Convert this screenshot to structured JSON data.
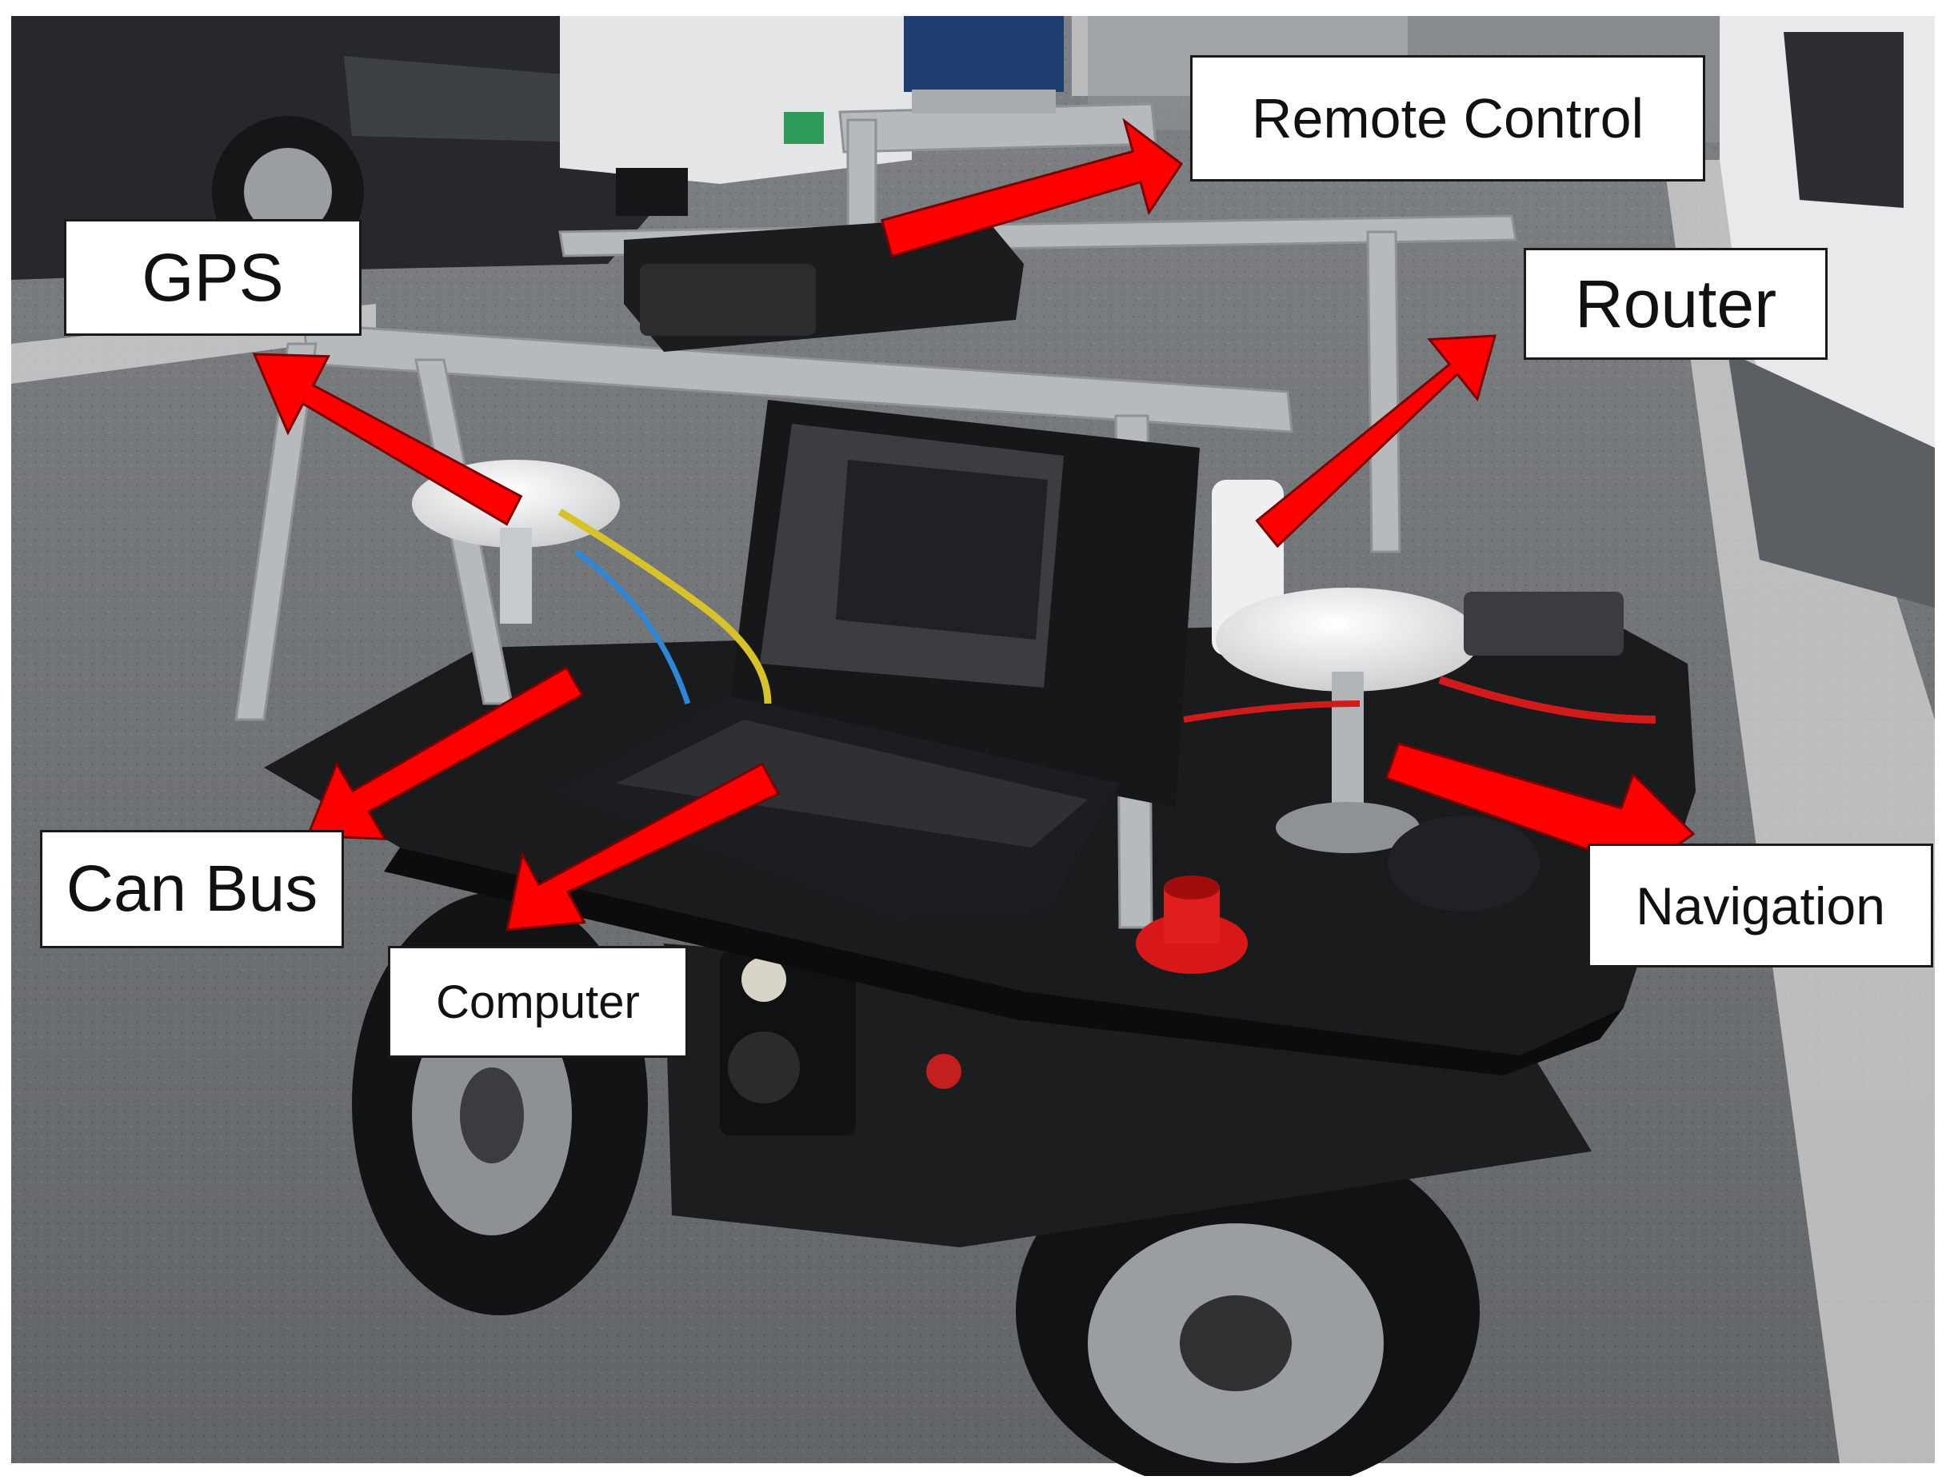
{
  "labels": {
    "remote_control": "Remote Control",
    "gps": "GPS",
    "router": "Router",
    "can_bus": "Can Bus",
    "computer": "Computer",
    "navigation": "Navigation"
  },
  "colors": {
    "arrow": "#ff0000",
    "arrow_outline": "#7a0000",
    "label_bg": "#ffffff",
    "asphalt": "#75787a",
    "robot_body": "#1b1c1e",
    "frame": "#b9bcbf"
  }
}
